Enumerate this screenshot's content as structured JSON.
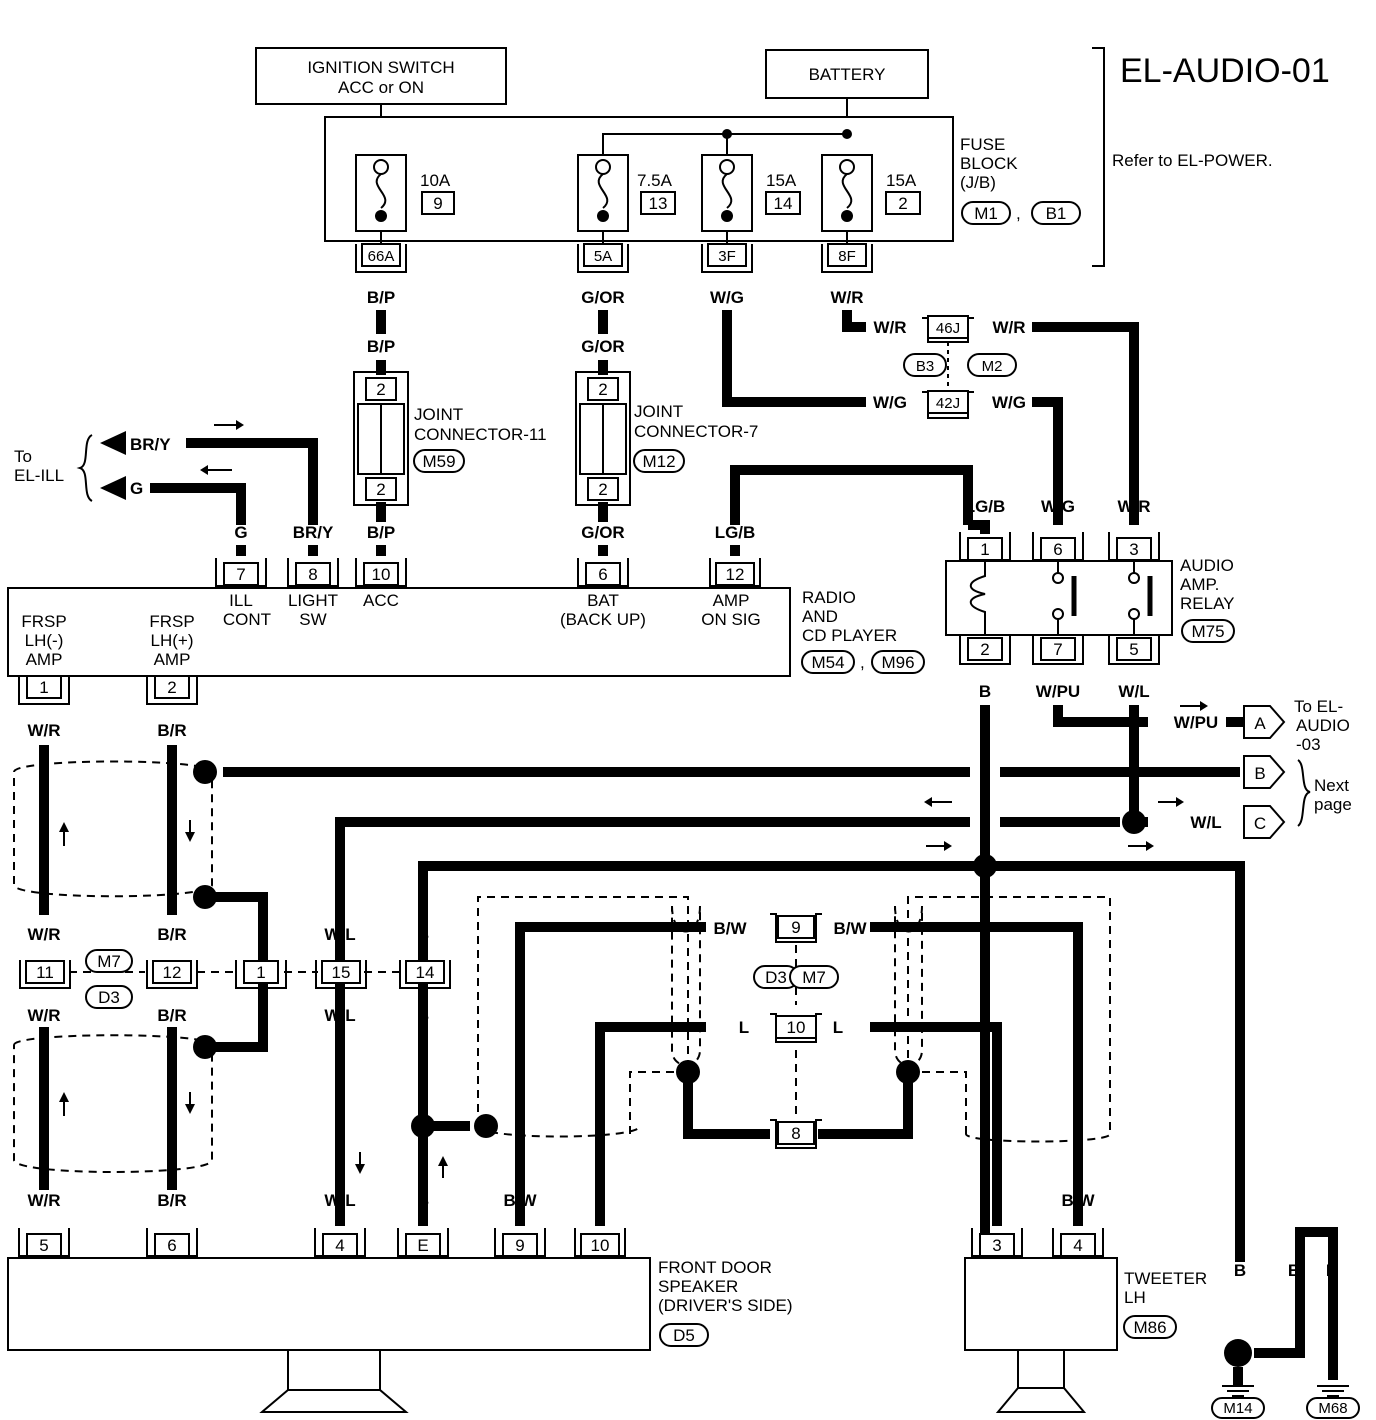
{
  "title": "EL-AUDIO-01",
  "refer": "Refer to EL-POWER.",
  "ignition": {
    "line1": "IGNITION SWITCH",
    "line2": "ACC or ON"
  },
  "battery": "BATTERY",
  "fuse_block": {
    "line1": "FUSE",
    "line2": "BLOCK",
    "line3": "(J/B)",
    "conn1": "M1",
    "conn2": "B1"
  },
  "fuses": [
    {
      "amp": "10A",
      "num": "9",
      "terminal": "66A"
    },
    {
      "amp": "7.5A",
      "num": "13",
      "terminal": "5A"
    },
    {
      "amp": "15A",
      "num": "14",
      "terminal": "3F"
    },
    {
      "amp": "15A",
      "num": "2",
      "terminal": "8F"
    }
  ],
  "wire_colors": {
    "bp": "B/P",
    "gor": "G/OR",
    "wg": "W/G",
    "wr": "W/R",
    "lgb": "LG/B",
    "bry": "BR/Y",
    "g": "G",
    "wpu": "W/PU",
    "wl": "W/L",
    "b": "B",
    "br": "B/R",
    "bw": "B/W",
    "l": "L"
  },
  "joint11": {
    "line1": "JOINT",
    "line2": "CONNECTOR-11",
    "conn": "M59",
    "pin_top": "2",
    "pin_bottom": "2"
  },
  "joint7": {
    "line1": "JOINT",
    "line2": "CONNECTOR-7",
    "conn": "M12",
    "pin_top": "2",
    "pin_bottom": "2"
  },
  "inline_46j": "46J",
  "inline_42j": "42J",
  "inline_conn": {
    "a": "B3",
    "b": "M2"
  },
  "to_el_ill": {
    "line1": "To",
    "line2": "EL-ILL"
  },
  "radio": {
    "name_line1": "RADIO",
    "name_line2": "AND",
    "name_line3": "CD PLAYER",
    "conn1": "M54",
    "conn2": "M96",
    "pins": [
      "7",
      "8",
      "10",
      "6",
      "12",
      "1",
      "2"
    ],
    "labels": {
      "ill_cont_1": "ILL",
      "ill_cont_2": "CONT",
      "light_sw_1": "LIGHT",
      "light_sw_2": "SW",
      "acc": "ACC",
      "bat_1": "BAT",
      "bat_2": "(BACK UP)",
      "amp_on_1": "AMP",
      "amp_on_2": "ON SIG",
      "frsp_m_1": "FRSP",
      "frsp_m_2": "LH(-)",
      "frsp_m_3": "AMP",
      "frsp_p_1": "FRSP",
      "frsp_p_2": "LH(+)",
      "frsp_p_3": "AMP"
    }
  },
  "relay": {
    "line1": "AUDIO",
    "line2": "AMP.",
    "line3": "RELAY",
    "conn": "M75",
    "pins": [
      "1",
      "6",
      "3",
      "2",
      "7",
      "5"
    ]
  },
  "offpage": [
    {
      "letter": "A",
      "text1": "To EL-",
      "text2": "AUDIO",
      "text3": "-03"
    },
    {
      "letter": "B"
    },
    {
      "letter": "C"
    }
  ],
  "next_page": {
    "line1": "Next",
    "line2": "page"
  },
  "harness_conns": {
    "left": {
      "a": "M7",
      "b": "D3"
    },
    "right": {
      "a": "D3",
      "b": "M7"
    },
    "pins": [
      "11",
      "12",
      "1",
      "15",
      "14",
      "9",
      "10",
      "8"
    ]
  },
  "speaker": {
    "line1": "FRONT DOOR",
    "line2": "SPEAKER",
    "line3": "(DRIVER'S SIDE)",
    "conn": "D5",
    "pins": [
      "5",
      "6",
      "4",
      "E",
      "9",
      "10"
    ]
  },
  "tweeter": {
    "line1": "TWEETER",
    "line2": "LH",
    "conn": "M86",
    "pins": [
      "3",
      "4"
    ]
  },
  "grounds": [
    "M14",
    "M68"
  ]
}
